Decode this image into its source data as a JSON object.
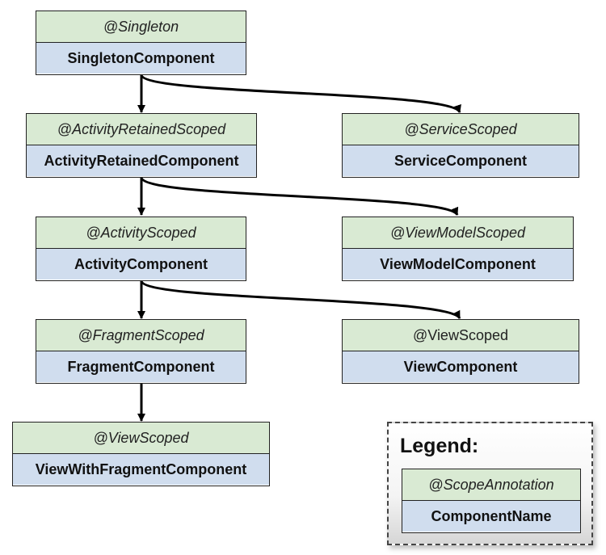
{
  "nodes": {
    "singleton": {
      "scope": "@Singleton",
      "component": "SingletonComponent"
    },
    "activity_retained": {
      "scope": "@ActivityRetainedScoped",
      "component": "ActivityRetainedComponent"
    },
    "service": {
      "scope": "@ServiceScoped",
      "component": "ServiceComponent"
    },
    "activity": {
      "scope": "@ActivityScoped",
      "component": "ActivityComponent"
    },
    "view_model": {
      "scope": "@ViewModelScoped",
      "component": "ViewModelComponent"
    },
    "fragment": {
      "scope": "@FragmentScoped",
      "component": "FragmentComponent"
    },
    "view": {
      "scope": "@ViewScoped",
      "component": "ViewComponent"
    },
    "view_with_fragment": {
      "scope": "@ViewScoped",
      "component": "ViewWithFragmentComponent"
    }
  },
  "legend": {
    "title": "Legend:",
    "scope": "@ScopeAnnotation",
    "component": "ComponentName"
  },
  "edges": [
    {
      "from": "singleton",
      "to": "activity_retained"
    },
    {
      "from": "singleton",
      "to": "service"
    },
    {
      "from": "activity_retained",
      "to": "activity"
    },
    {
      "from": "activity_retained",
      "to": "view_model"
    },
    {
      "from": "activity",
      "to": "fragment"
    },
    {
      "from": "activity",
      "to": "view"
    },
    {
      "from": "fragment",
      "to": "view_with_fragment"
    }
  ],
  "colors": {
    "scope_fill": "#d9ead3",
    "component_fill": "#d0ddee",
    "border": "#222222"
  }
}
